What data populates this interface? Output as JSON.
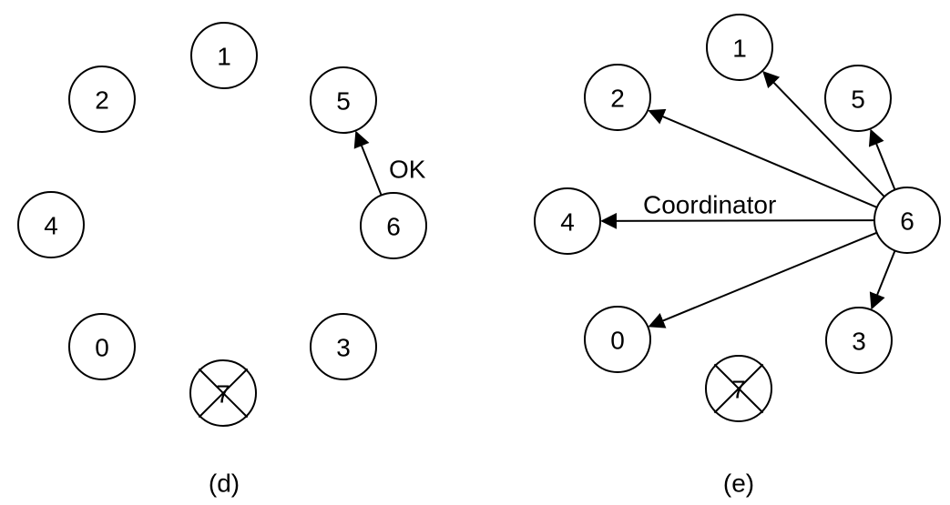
{
  "panels": [
    {
      "id": "d",
      "caption": "(d)",
      "nodes": [
        {
          "label": "1",
          "crashed": false
        },
        {
          "label": "2",
          "crashed": false
        },
        {
          "label": "5",
          "crashed": false
        },
        {
          "label": "4",
          "crashed": false
        },
        {
          "label": "6",
          "crashed": false
        },
        {
          "label": "0",
          "crashed": false
        },
        {
          "label": "3",
          "crashed": false
        },
        {
          "label": "7",
          "crashed": true
        }
      ],
      "edges": [
        {
          "from": "6",
          "to": "5",
          "label": "OK"
        }
      ]
    },
    {
      "id": "e",
      "caption": "(e)",
      "nodes": [
        {
          "label": "1",
          "crashed": false
        },
        {
          "label": "2",
          "crashed": false
        },
        {
          "label": "5",
          "crashed": false
        },
        {
          "label": "4",
          "crashed": false
        },
        {
          "label": "6",
          "crashed": false
        },
        {
          "label": "0",
          "crashed": false
        },
        {
          "label": "3",
          "crashed": false
        },
        {
          "label": "7",
          "crashed": true
        }
      ],
      "edges": [
        {
          "from": "6",
          "to": "1",
          "label": ""
        },
        {
          "from": "6",
          "to": "2",
          "label": ""
        },
        {
          "from": "6",
          "to": "5",
          "label": ""
        },
        {
          "from": "6",
          "to": "4",
          "label": "Coordinator"
        },
        {
          "from": "6",
          "to": "0",
          "label": ""
        },
        {
          "from": "6",
          "to": "3",
          "label": ""
        }
      ]
    }
  ],
  "colors": {
    "stroke": "#000000",
    "node_fill": "#ffffff",
    "background": "#ffffff"
  }
}
